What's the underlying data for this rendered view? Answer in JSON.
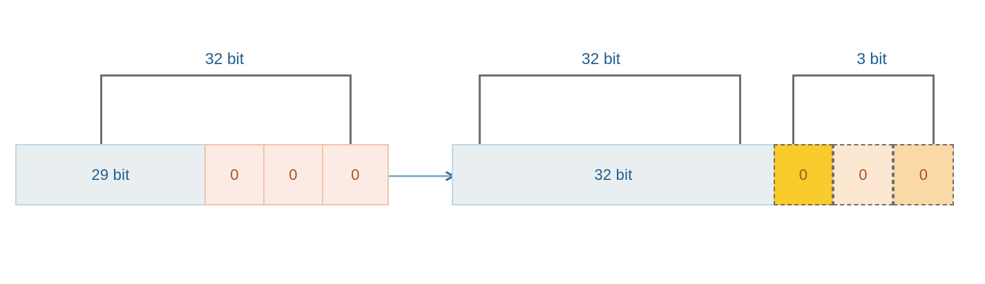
{
  "diagram": {
    "title_visible": false,
    "colors": {
      "text_blue": "#1F5F8F",
      "text_brown": "#A9541F",
      "blue_fill": "#E9EEF1",
      "blue_border": "#BCD9E7",
      "pink_fill": "#FBEBE4",
      "pink_border": "#F2C3AD",
      "gold_fill": "#F9CB2C",
      "peach_pale_fill": "#FBE7D2",
      "peach_fill": "#FBD9A7",
      "bracket_gray": "#6E6E6E",
      "arrow_blue": "#8AB4CE"
    },
    "brackets": [
      {
        "id": "left-32bit",
        "label": "32 bit"
      },
      {
        "id": "right-32bit",
        "label": "32 bit"
      },
      {
        "id": "right-3bit",
        "label": "3 bit"
      }
    ],
    "left_word": {
      "main_label": "29 bit",
      "cells": [
        {
          "label": "0"
        },
        {
          "label": "0"
        },
        {
          "label": "0"
        }
      ]
    },
    "right_word": {
      "main_label": "32 bit",
      "cells": [
        {
          "label": "0",
          "style": "gold"
        },
        {
          "label": "0",
          "style": "peach-pale"
        },
        {
          "label": "0",
          "style": "peach"
        }
      ]
    },
    "connector": {
      "kind": "arrow-right",
      "label": ""
    }
  }
}
